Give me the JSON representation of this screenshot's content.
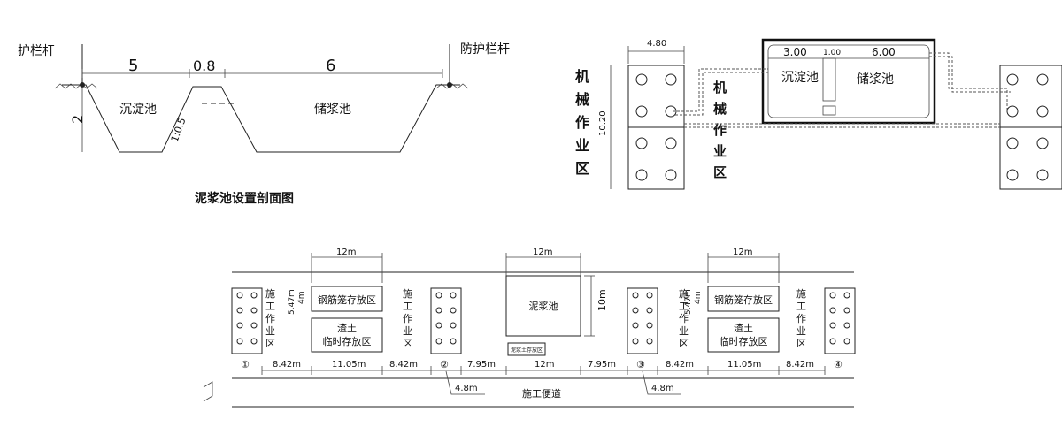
{
  "section": {
    "caption": "泥浆池设置剖面图",
    "left_rail_label": "护栏杆",
    "right_rail_label": "防护栏杆",
    "dim_left_top": "5",
    "dim_mid_top": "0.8",
    "dim_right_top": "6",
    "depth": "2",
    "slope": "1:0.5",
    "left_pool": "沉淀池",
    "right_pool": "储浆池"
  },
  "plan": {
    "width_dim": "4.80",
    "height_dim": "10.20",
    "left_zone": [
      "机",
      "械",
      "作",
      "业",
      "区"
    ],
    "mid_zone": [
      "机",
      "械",
      "作",
      "业",
      "区"
    ],
    "dim_a": "3.00",
    "dim_b": "1.00",
    "dim_c": "6.00",
    "pool_a": "沉淀池",
    "pool_b": "储浆池"
  },
  "layout": {
    "dim_12m": "12m",
    "zone_text": [
      "施",
      "工",
      "作",
      "业",
      "区"
    ],
    "rebar_area": "钢筋笼存放区",
    "soil_line1": "渣土",
    "soil_line2": "临时存放区",
    "dim_4m": "4m",
    "dim_547": "5.47m",
    "mud_pool": "泥浆池",
    "dim_10m": "10m",
    "small_box": "泥浆土存放区",
    "pile_labels": [
      "①",
      "②",
      "③",
      "④"
    ],
    "bottom_dims": [
      "8.42m",
      "11.05m",
      "8.42m",
      "7.95m",
      "12m",
      "7.95m",
      "8.42m",
      "11.05m",
      "8.42m"
    ],
    "dim_48": "4.8m",
    "road": "施工便道"
  }
}
